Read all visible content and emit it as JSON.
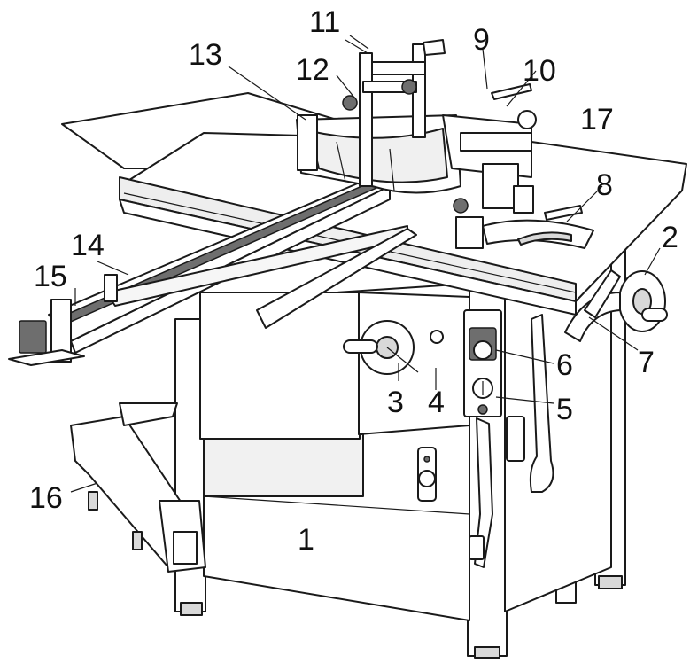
{
  "callouts": [
    {
      "id": "c1",
      "text": "1"
    },
    {
      "id": "c2",
      "text": "2"
    },
    {
      "id": "c3",
      "text": "3"
    },
    {
      "id": "c4",
      "text": "4"
    },
    {
      "id": "c5",
      "text": "5"
    },
    {
      "id": "c6",
      "text": "6"
    },
    {
      "id": "c7",
      "text": "7"
    },
    {
      "id": "c8",
      "text": "8"
    },
    {
      "id": "c9",
      "text": "9"
    },
    {
      "id": "c10",
      "text": "10"
    },
    {
      "id": "c11",
      "text": "11"
    },
    {
      "id": "c12",
      "text": "12"
    },
    {
      "id": "c13",
      "text": "13"
    },
    {
      "id": "c14",
      "text": "14"
    },
    {
      "id": "c15",
      "text": "15"
    },
    {
      "id": "c16",
      "text": "16"
    },
    {
      "id": "c17",
      "text": "17"
    }
  ],
  "colors": {
    "line": "#1a1a1a",
    "fill": "#ffffff",
    "shade": "#d9d9d9",
    "dark": "#6e6e6e"
  }
}
